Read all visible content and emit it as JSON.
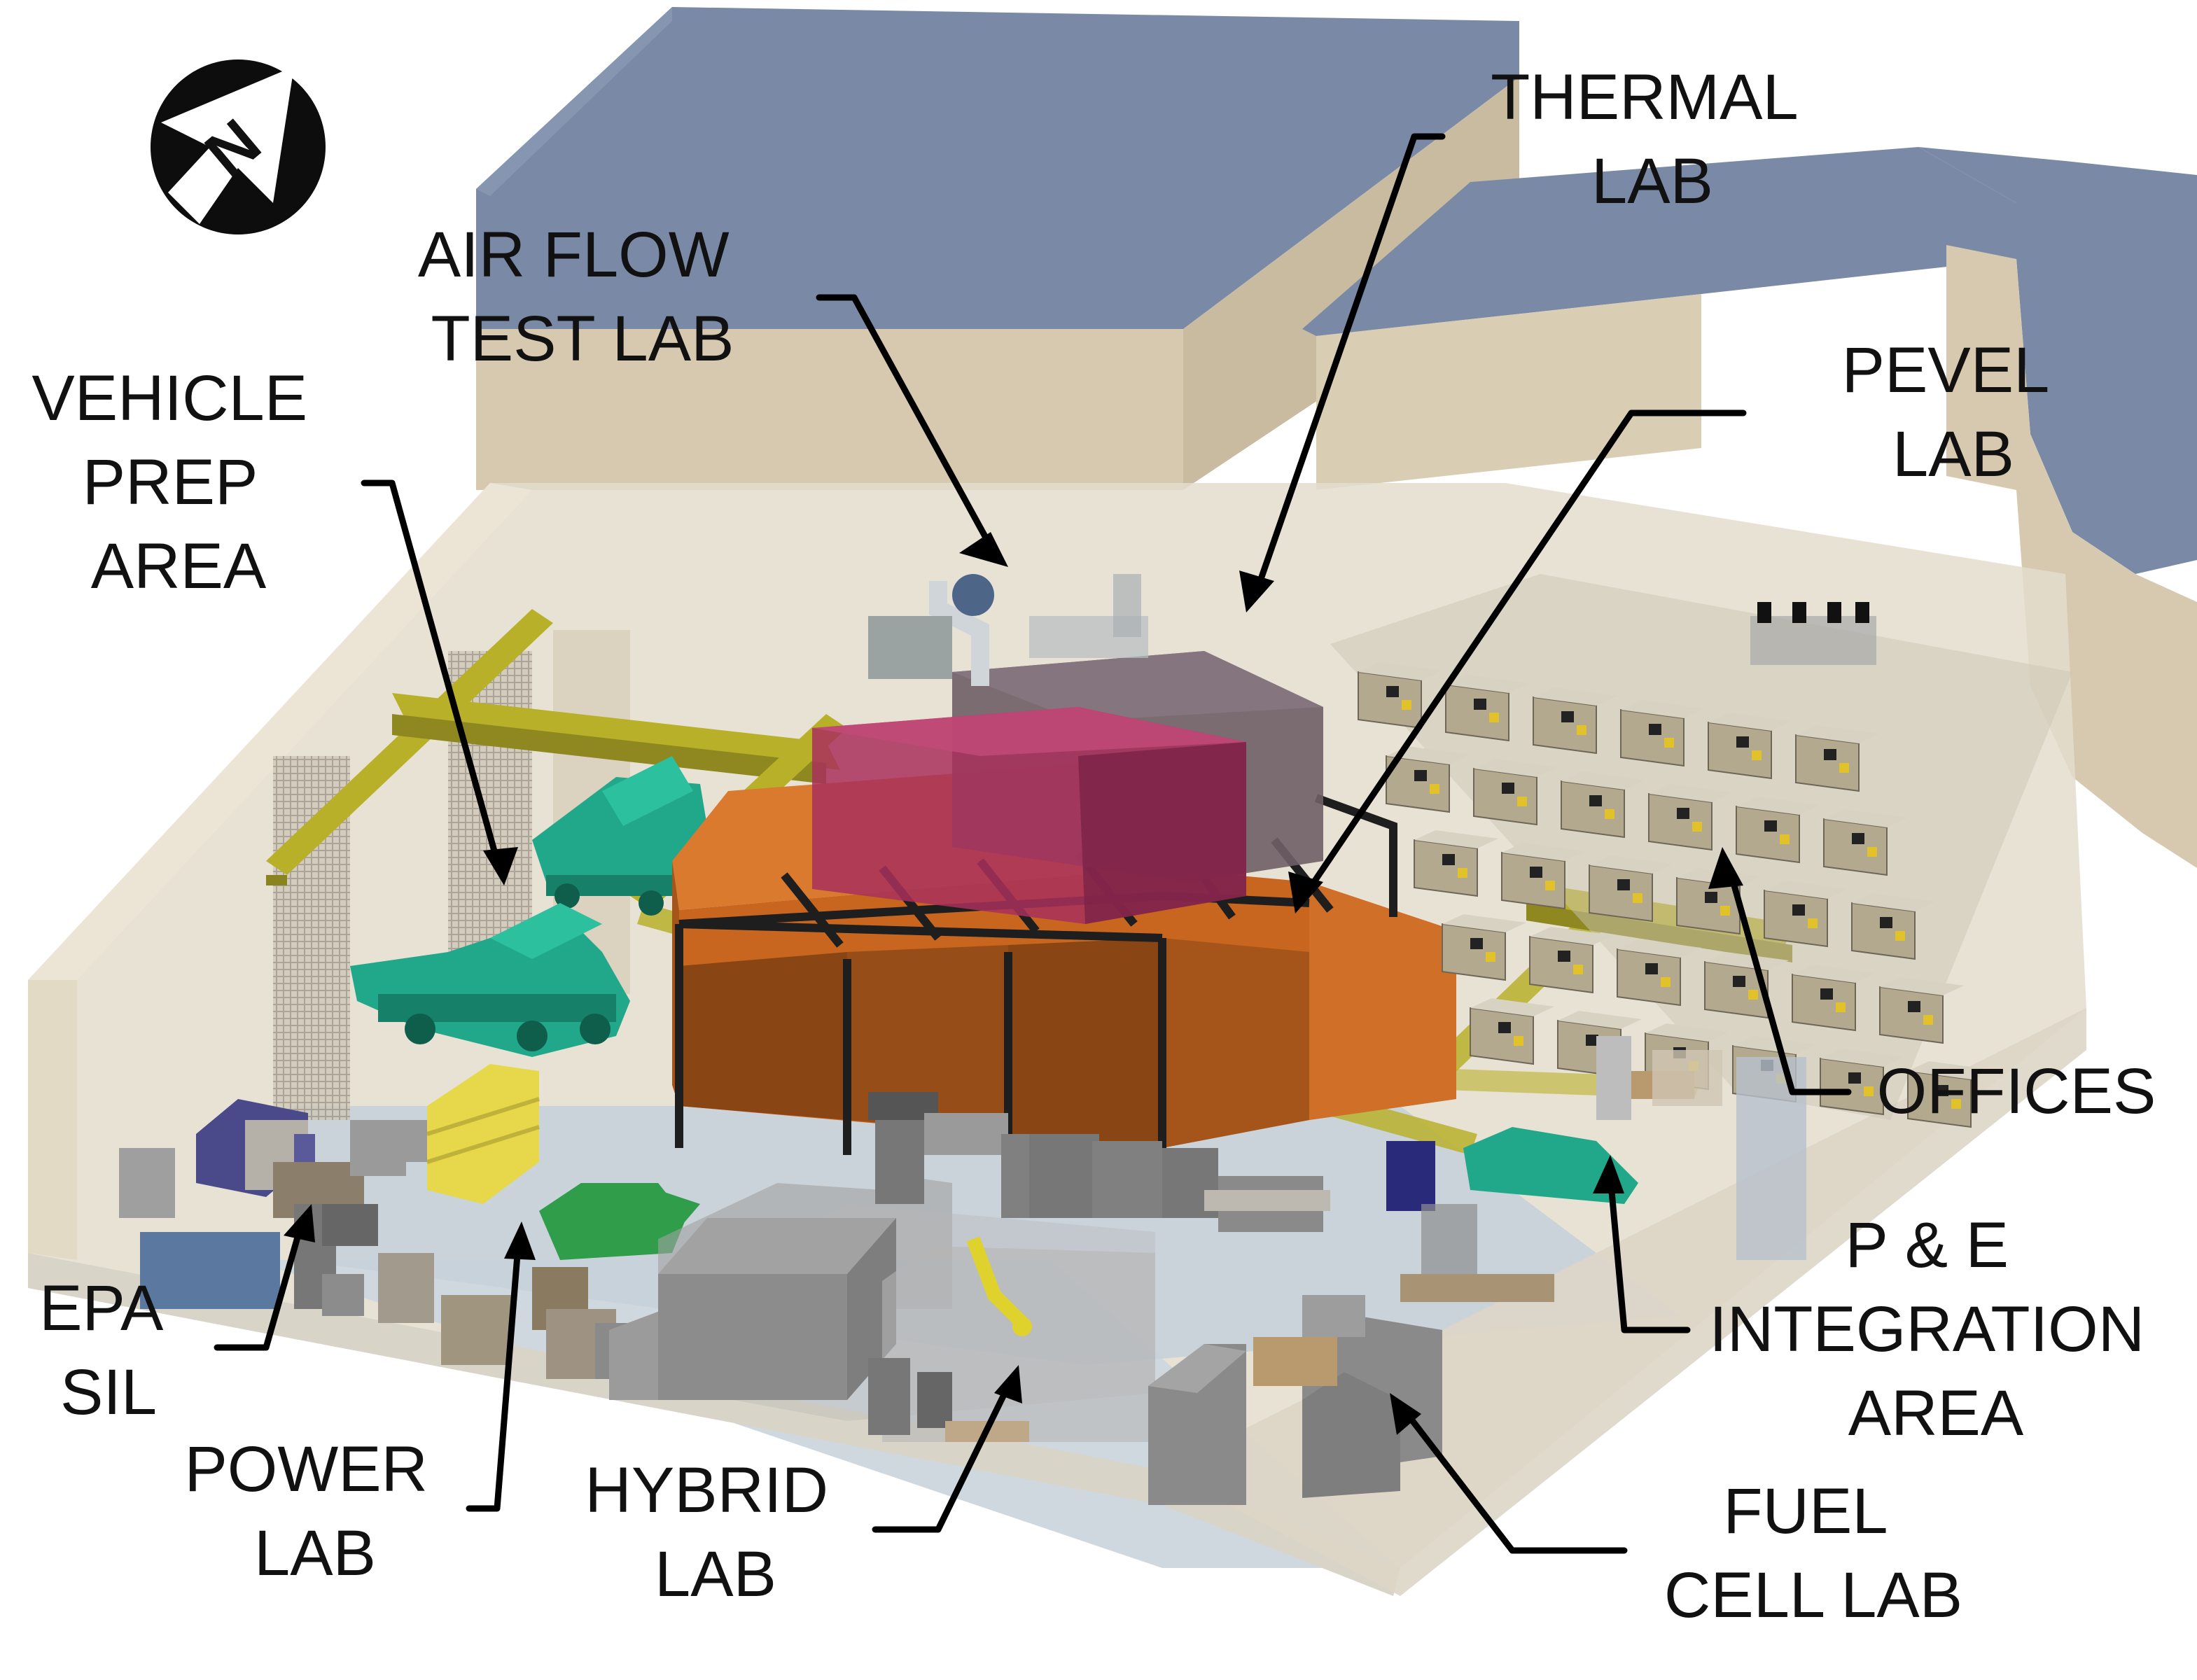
{
  "labels": {
    "thermal_lab": [
      "THERMAL",
      "LAB"
    ],
    "air_flow_test_lab": [
      "AIR FLOW",
      "TEST LAB"
    ],
    "vehicle_prep_area": [
      "VEHICLE",
      "PREP",
      "AREA"
    ],
    "pevel_lab": [
      "PEVEL",
      "LAB"
    ],
    "offices": [
      "OFFICES"
    ],
    "pe_integration_area": [
      "P & E",
      "INTEGRATION",
      "AREA"
    ],
    "fuel_cell_lab": [
      "FUEL",
      "CELL LAB"
    ],
    "hybrid_lab": [
      "HYBRID",
      "LAB"
    ],
    "power_lab": [
      "POWER",
      "LAB"
    ],
    "epa_sil": [
      "EPA",
      "SIL"
    ]
  },
  "compass": {
    "letter": "N",
    "icon": "north-arrow-icon"
  },
  "colors": {
    "roof": "#7a8aa6",
    "wall": "#d6c9b0",
    "floor": "#c7d2da",
    "test_cell": "#c8651e",
    "test_cell_dark": "#8a4514",
    "magenta_room": "#a8305c",
    "dark_room": "#6e5f66",
    "rail": "#b9b02a",
    "vehicle": "#21a88a",
    "shelf": "#e6d84a",
    "equipment": "#8f8f8f",
    "cubicle": "#b3a98f",
    "arrow": "#000000"
  }
}
